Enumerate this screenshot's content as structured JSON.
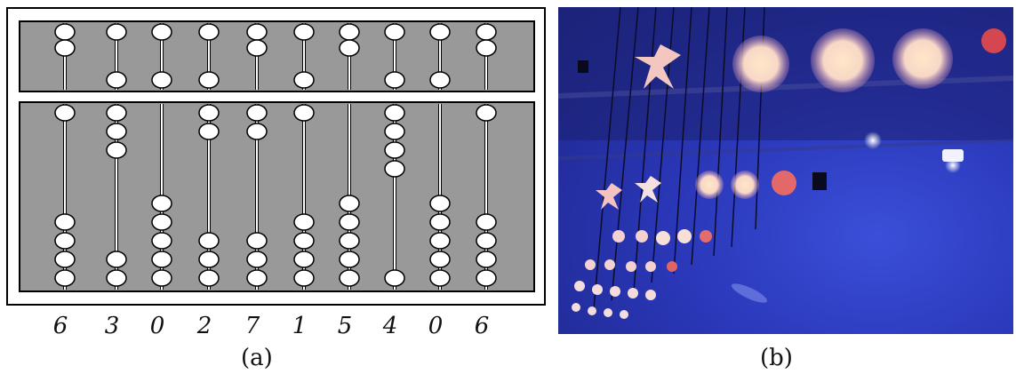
{
  "figure": {
    "panel_a": {
      "caption": "(a)",
      "columns": [
        {
          "digit": "6",
          "upper_count": 1,
          "lower_count": 1
        },
        {
          "digit": "3",
          "upper_count": 0,
          "lower_count": 3
        },
        {
          "digit": "0",
          "upper_count": 0,
          "lower_count": 0
        },
        {
          "digit": "2",
          "upper_count": 0,
          "lower_count": 2
        },
        {
          "digit": "7",
          "upper_count": 1,
          "lower_count": 2
        },
        {
          "digit": "1",
          "upper_count": 0,
          "lower_count": 1
        },
        {
          "digit": "5",
          "upper_count": 1,
          "lower_count": 0
        },
        {
          "digit": "4",
          "upper_count": 0,
          "lower_count": 4
        },
        {
          "digit": "0",
          "upper_count": 0,
          "lower_count": 0
        },
        {
          "digit": "6",
          "upper_count": 1,
          "lower_count": 1
        }
      ]
    },
    "panel_b": {
      "caption": "(b)"
    }
  },
  "colors": {
    "frame_fill": "#999999",
    "bead_fill": "#ffffff",
    "outline": "#000000",
    "photo_background": "#2a37b8"
  }
}
